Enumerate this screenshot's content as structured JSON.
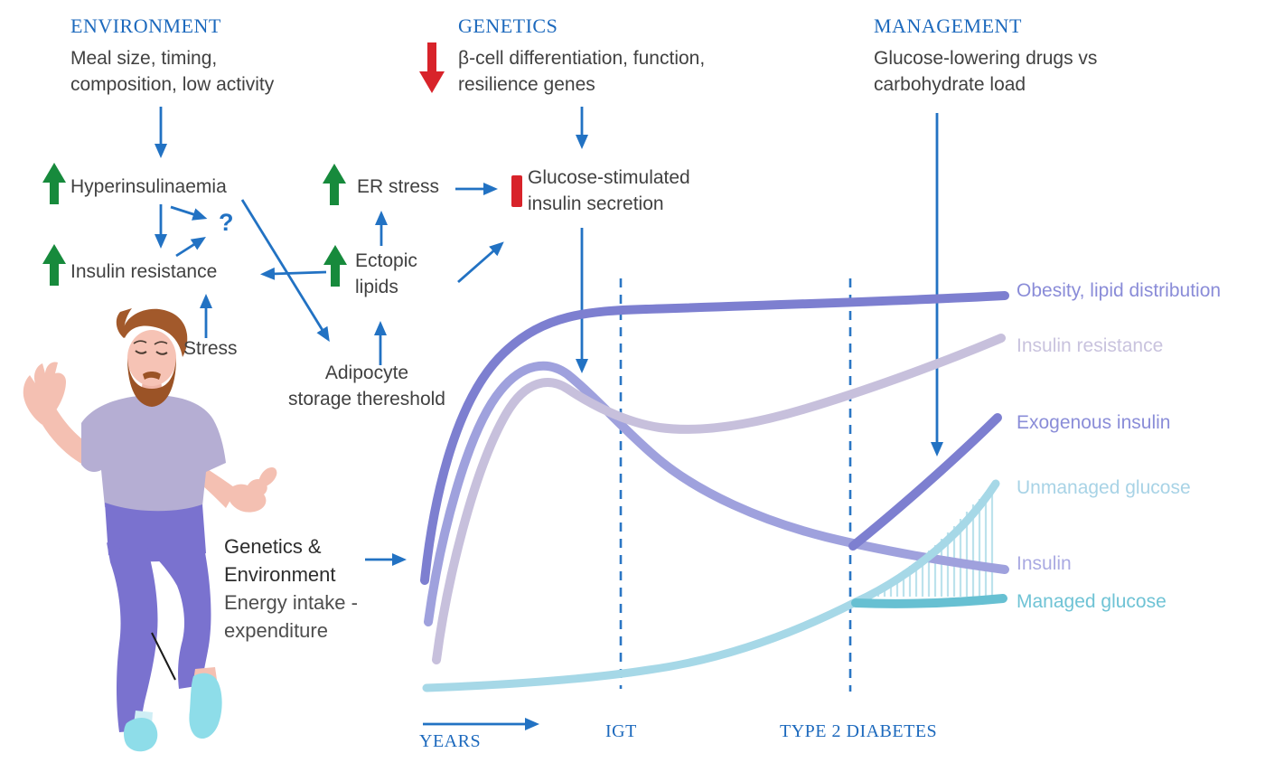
{
  "figure": {
    "name": "Type 2 diabetes pathophysiology figure"
  },
  "colors": {
    "accent_blue": "#2272c3",
    "header_blue": "#1c69bd",
    "green_arrow": "#178a3c",
    "red": "#d8232a",
    "body_text": "#414141",
    "curve_obesity": "#7d7fd0",
    "curve_insulin": "#9fa1dd",
    "curve_insulin_resistance": "#c7c0dc",
    "curve_exogenous_insulin": "#7d7fd0",
    "curve_unmanaged_glucose": "#a6d8e7",
    "curve_managed_glucose": "#67c0d2",
    "hatch": "#bce2ec"
  },
  "sections": {
    "environment": {
      "title": "ENVIRONMENT",
      "subtitle": "Meal size, timing,\ncomposition, low activity"
    },
    "genetics": {
      "title": "GENETICS",
      "subtitle": "β-cell differentiation, function,\nresilience genes"
    },
    "management": {
      "title": "MANAGEMENT",
      "subtitle": "Glucose-lowering drugs vs\ncarbohydrate load"
    }
  },
  "nodes": {
    "hyperinsulinaemia": "Hyperinsulinaemia",
    "insulin_resistance": "Insulin resistance",
    "er_stress": "ER stress",
    "ectopic_lipids": "Ectopic\nlipids",
    "stress": "Stress",
    "adipocyte": "Adipocyte\nstorage thereshold",
    "gsis": "Glucose-stimulated\ninsulin secretion",
    "question_mark": "?",
    "genetics_env": "Genetics &\nEnvironment",
    "energy": "Energy intake -\nexpenditure"
  },
  "chart": {
    "x_axis": {
      "label": "YEARS",
      "stage_igt": "IGT",
      "stage_t2d": "TYPE 2 DIABETES"
    },
    "series": [
      {
        "name": "Obesity, lipid distribution",
        "color": "#8a8cd8",
        "trend": "steep early rise then high plateau, slowly rising"
      },
      {
        "name": "Insulin resistance",
        "color": "#c9c3de",
        "trend": "early rise to peak, slight dip after IGT, rising again"
      },
      {
        "name": "Exogenous insulin",
        "color": "#8a8dd8",
        "trend": "starts at type 2 diabetes, rising"
      },
      {
        "name": "Unmanaged glucose",
        "color": "#a8d3e6",
        "trend": "accelerating rise after type 2 diabetes"
      },
      {
        "name": "Insulin",
        "color": "#aaaae2",
        "trend": "early peak then progressive decline"
      },
      {
        "name": "Managed glucose",
        "color": "#6fc3d5",
        "trend": "slow rise, held flat after type 2 diabetes"
      }
    ]
  }
}
